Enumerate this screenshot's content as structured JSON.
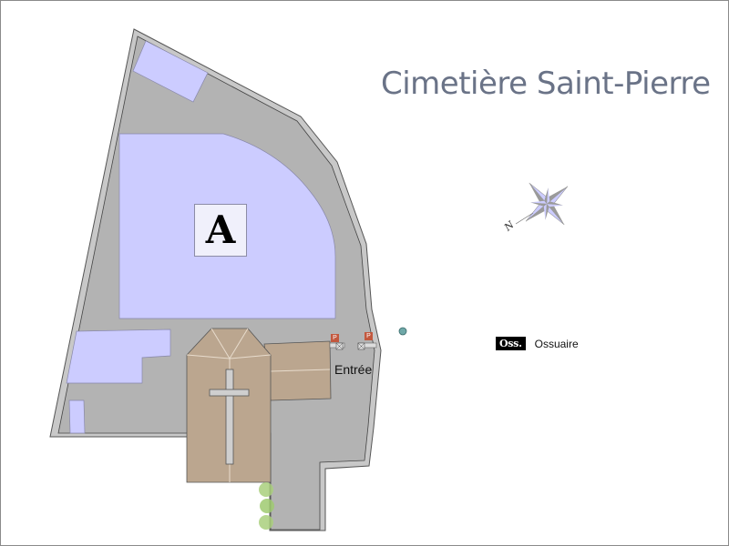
{
  "title": "Cimetière Saint-Pierre",
  "sector": {
    "label": "A"
  },
  "entrance": {
    "label": "Entrée"
  },
  "compass": {
    "north_label": "N",
    "icon": "compass-rose-icon"
  },
  "legend": {
    "items": [
      {
        "badge": "Oss.",
        "label": "Ossuaire"
      }
    ]
  },
  "parking": [
    {
      "label": "P"
    },
    {
      "label": "P"
    }
  ],
  "colors": {
    "wall": "#c8c8c8",
    "ground": "#b3b3b3",
    "plots": "#ccccff",
    "church": "#bba68f",
    "title": "#6a7387",
    "parking": "#c2583e"
  }
}
